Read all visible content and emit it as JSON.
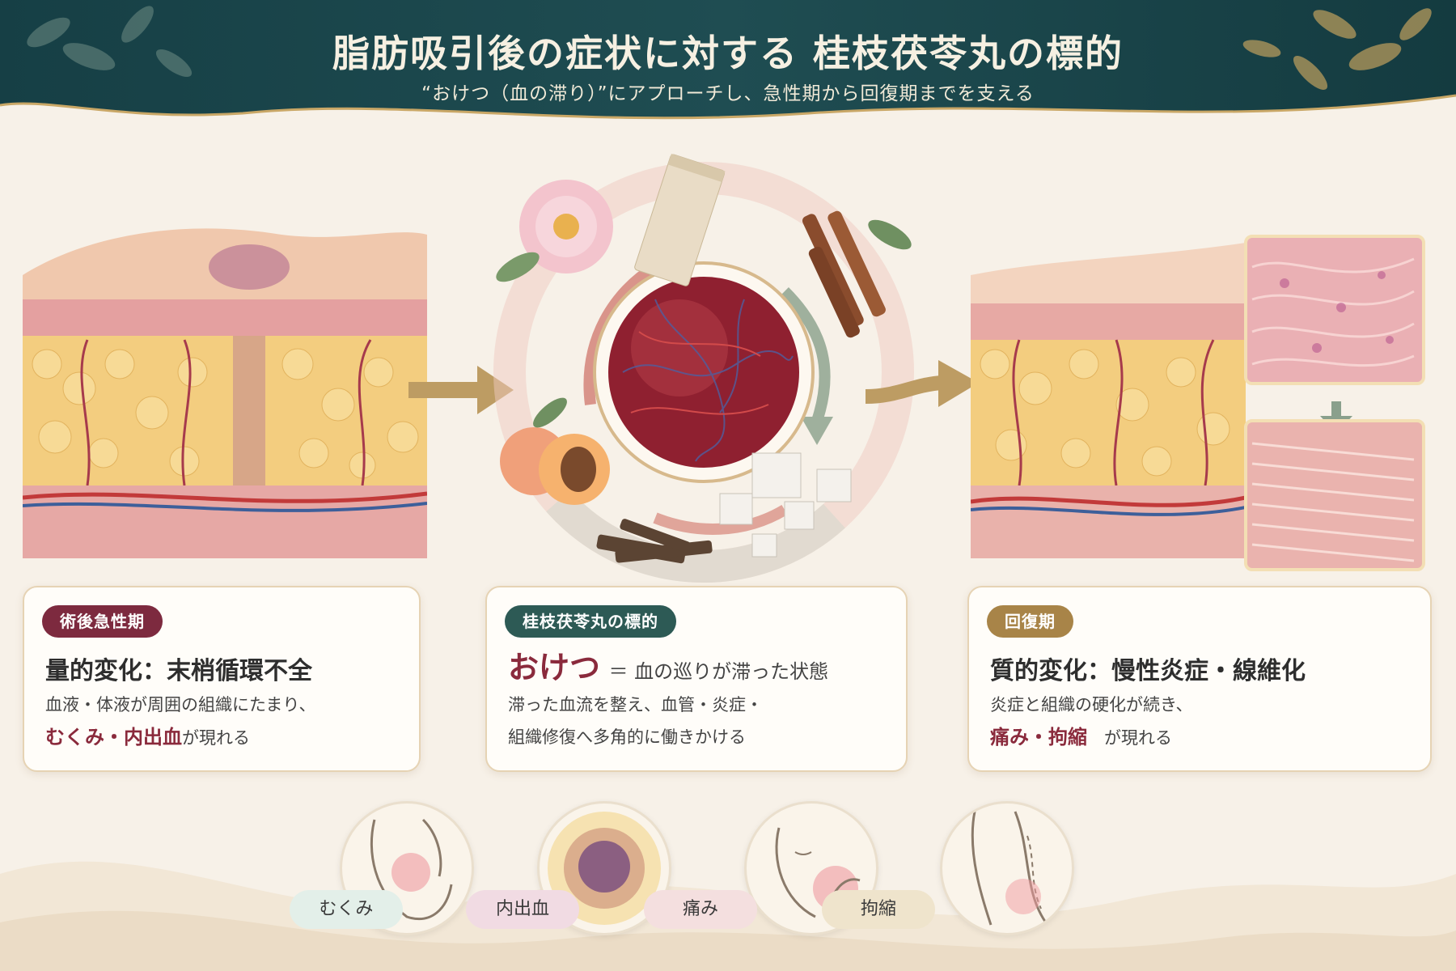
{
  "header": {
    "title": "脂肪吸引後の症状に対する 桂枝茯苓丸の標的",
    "subtitle": "“おけつ（血の滞り）”にアプローチし、急性期から回復期までを支える"
  },
  "colors": {
    "header_bg": "#1f4a4f",
    "acute": "#7d2a3f",
    "target": "#2d5a55",
    "recovery": "#a88448",
    "highlight": "#8a2a3c"
  },
  "cards": {
    "acute": {
      "badge": "術後急性期",
      "heading": "量的変化：末梢循環不全",
      "line1": "血液・体液が周囲の組織にたまり、",
      "line2_highlight": "むくみ・内出血",
      "line2_rest": "が現れる"
    },
    "target": {
      "badge": "桂枝茯苓丸の標的",
      "heading_highlight": "おけつ",
      "heading_rest": "＝ 血の巡りが滞った状態",
      "line1": "滞った血流を整え、血管・炎症・",
      "line2": "組織修復へ多角的に働きかける"
    },
    "recovery": {
      "badge": "回復期",
      "heading": "質的変化：慢性炎症・線維化",
      "line1": "炎症と組織の硬化が続き、",
      "line2_highlight": "痛み・拘縮",
      "line2_rest": "が現れる"
    }
  },
  "symptoms": [
    {
      "label": "むくみ",
      "icon": "swollen-face-icon"
    },
    {
      "label": "内出血",
      "icon": "bruise-icon"
    },
    {
      "label": "痛み",
      "icon": "face-pain-icon"
    },
    {
      "label": "拘縮",
      "icon": "contracture-icon"
    }
  ]
}
